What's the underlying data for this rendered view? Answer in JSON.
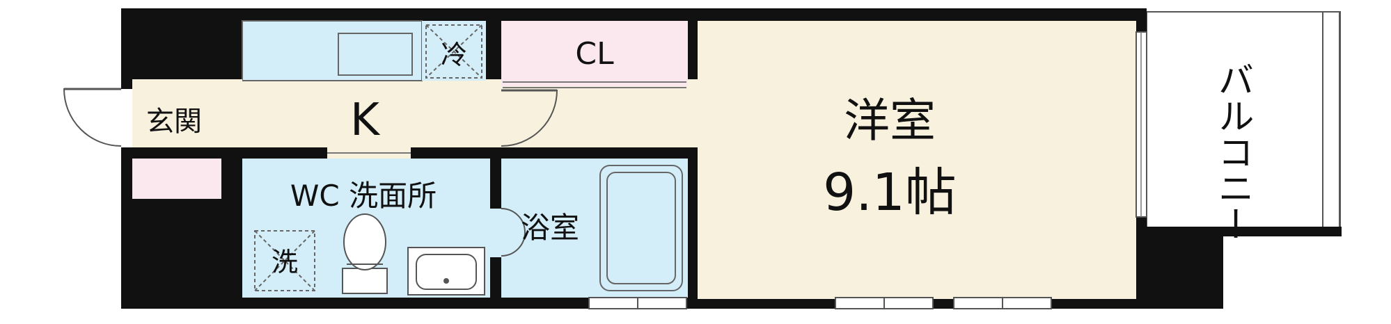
{
  "rooms": {
    "western_room": {
      "name": "洋室",
      "size": "9.1帖"
    },
    "kitchen": {
      "name": "K"
    },
    "closet": {
      "name": "CL"
    },
    "entrance": {
      "name": "玄関"
    },
    "balcony": {
      "name": "バルコニー"
    },
    "wc_washroom": {
      "name": "WC 洗面所"
    },
    "bathroom": {
      "name": "浴室"
    }
  },
  "fixtures": {
    "refrigerator": {
      "name": "冷"
    },
    "washing_machine": {
      "name": "洗"
    }
  },
  "colors": {
    "wall": "#111111",
    "floor": "#f8f1de",
    "wet_area": "#d3eef9",
    "closet": "#fbe8ee",
    "balcony": "#ffffff"
  }
}
